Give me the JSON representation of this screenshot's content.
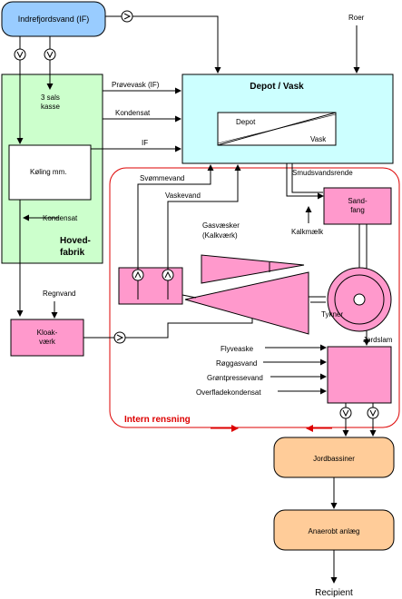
{
  "nodes": {
    "indrefjordsvand": "Indrefjordsvand (IF)",
    "depot_title": "Depot / Vask",
    "depot_inner_top": "Depot",
    "depot_inner_bottom": "Vask",
    "hovedfabrik_line1": "Hoved-",
    "hovedfabrik_line2": "fabrik",
    "koling": "Køling mm.",
    "salskasse_line1": "3 sals",
    "salskasse_line2": "kasse",
    "kloakvaerk_line1": "Kloak-",
    "kloakvaerk_line2": "værk",
    "sandfang_line1": "Sand-",
    "sandfang_line2": "fang",
    "jordbassiner": "Jordbassiner",
    "anaerobt": "Anaerobt anlæg",
    "recipient": "Recipient"
  },
  "labels": {
    "roer": "Roer",
    "provevask": "Prøvevask (IF)",
    "kondensat": "Kondensat",
    "if": "IF",
    "kondensat2": "Kondensat",
    "regnvand": "Regnvand",
    "svommevand": "Svømmevand",
    "vaskevand": "Vaskevand",
    "smudsvandsrende": "Smudsvandsrende",
    "kalkmaelk": "Kalkmælk",
    "gasvaesker_line1": "Gasvæsker",
    "gasvaesker_line2": "(Kalkværk)",
    "tykner": "Tykner",
    "jordslam": "Jordslam",
    "flyveaske": "Flyveaske",
    "roggasvand": "Røggasvand",
    "gronpressevand": "Grøntpressevand",
    "overfladekondensat": "Overfladekondensat",
    "intern_rensning": "Intern rensning"
  },
  "colors": {
    "if_fill": "#99ccff",
    "depot_fill": "#ccffff",
    "fabrik_fill": "#ccffcc",
    "pink_fill": "#ff99cc",
    "orange_fill": "#ffcc99",
    "intern_red": "#dd0000"
  }
}
